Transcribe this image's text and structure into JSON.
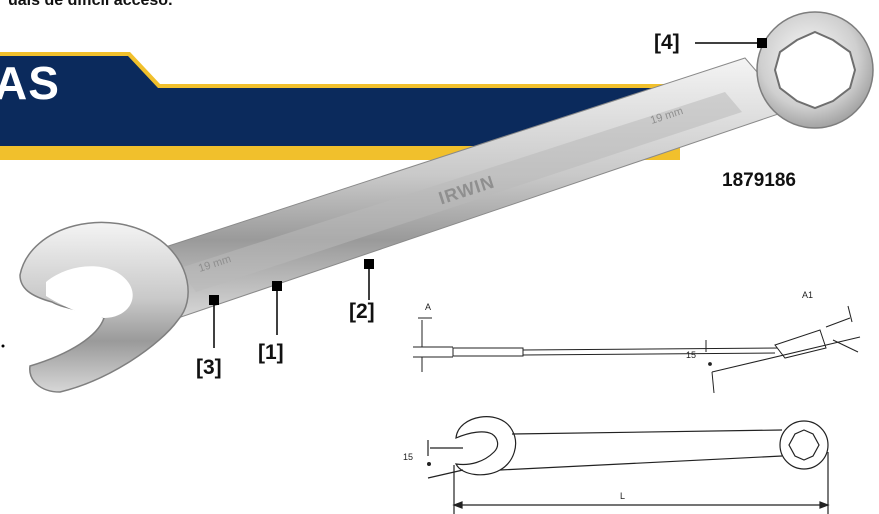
{
  "header_text": "uais de difícil acceso.",
  "banner": {
    "text": "AS",
    "colors": {
      "navy": "#0b2a5c",
      "gold": "#f1c02c"
    }
  },
  "callouts": [
    "[1]",
    "[2]",
    "[3]",
    "[4]"
  ],
  "product": {
    "part_number": "1879186",
    "brand_mark": "IRWIN",
    "size_mark_handle": "19 mm",
    "size_mark_head": "19 mm"
  },
  "diagram_labels": {
    "a": "A",
    "a1": "A1",
    "angle_side": "15",
    "angle_top": "15",
    "length": "L"
  }
}
